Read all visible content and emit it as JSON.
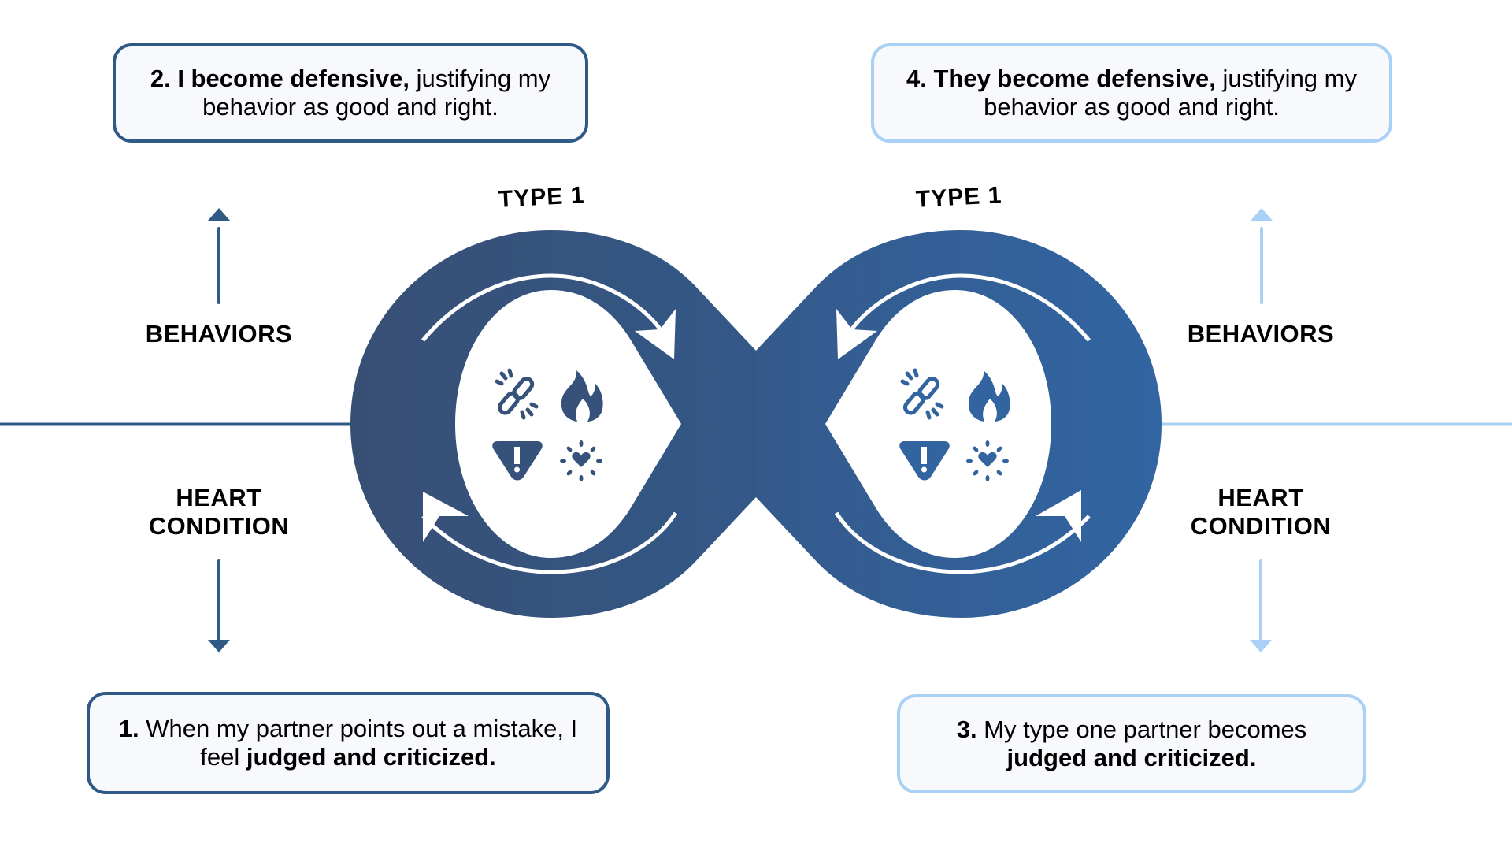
{
  "boxes": {
    "step1": {
      "number": "1.",
      "text": " When my partner points out a mistake, I feel ",
      "bold": "judged and criticized."
    },
    "step2": {
      "bold": "2. I become defensive,",
      "text": " justifying my behavior as good and right."
    },
    "step3": {
      "number": "3.",
      "text": " My type one partner becomes ",
      "bold": "judged and criticized."
    },
    "step4": {
      "bold": "4. They become defensive,",
      "text": " justifying my behavior as good and right."
    }
  },
  "labels": {
    "left_behaviors": "BEHAVIORS",
    "left_heart_1": "HEART",
    "left_heart_2": "CONDITION",
    "right_behaviors": "BEHAVIORS",
    "right_heart_1": "HEART",
    "right_heart_2": "CONDITION",
    "left_type": "TYPE 1",
    "right_type": "TYPE 1"
  },
  "icons": [
    "broken-link-icon",
    "flame-icon",
    "warning-icon",
    "heart-burst-icon"
  ],
  "colors": {
    "left_loop": "#36527a",
    "right_loop": "#3264a0",
    "dark_accent": "#2f5a85",
    "light_accent": "#a9d0f5",
    "box_fill": "#f8f9fd"
  }
}
